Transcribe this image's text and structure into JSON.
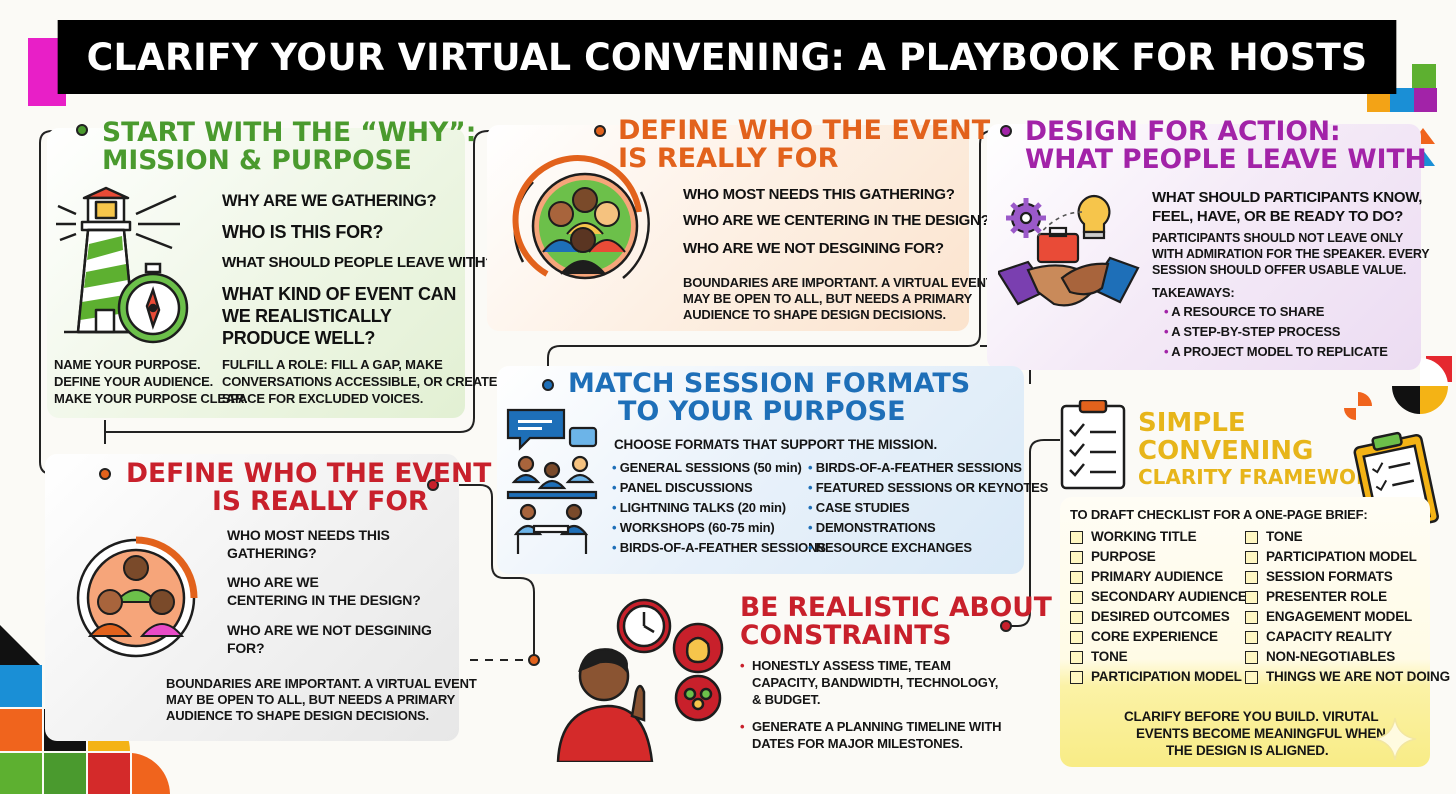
{
  "title": "CLARIFY YOUR VIRTUAL CONVENING: A PLAYBOOK FOR HOSTS",
  "colors": {
    "green": "#4a9a2e",
    "orange": "#e2621c",
    "purple": "#a223a8",
    "blue": "#1e6fb8",
    "red": "#c8202b",
    "gold": "#e7b51a"
  },
  "why": {
    "heading1": "START WITH THE “WHY”:",
    "heading2": "MISSION & PURPOSE",
    "q1": "WHY ARE WE GATHERING?",
    "q2": "WHO IS THIS FOR?",
    "q3": "WHAT SHOULD PEOPLE LEAVE WITH?",
    "q4a": "WHAT KIND OF EVENT CAN",
    "q4b": "WE REALISTICALLY",
    "q4c": "PRODUCE WELL?",
    "left1": "NAME YOUR PURPOSE.",
    "left2": "DEFINE YOUR AUDIENCE.",
    "left3": "MAKE YOUR PURPOSE CLEAR.",
    "right1": "FULFILL A ROLE: FILL A GAP, MAKE",
    "right2": "CONVERSATIONS ACCESSIBLE, OR CREATE",
    "right3": "SPACE FOR EXCLUDED VOICES.",
    "icon": "lighthouse-icon"
  },
  "who_top": {
    "heading1": "DEFINE WHO THE EVENT",
    "heading2": "IS REALLY FOR",
    "q1": "WHO MOST NEEDS THIS GATHERING?",
    "q2": "WHO ARE WE CENTERING IN THE DESIGN?",
    "q3": "WHO ARE WE NOT DESGINING FOR?",
    "b1": "BOUNDARIES ARE IMPORTANT. A VIRTUAL EVENT",
    "b2": "MAY BE OPEN TO ALL, BUT NEEDS A PRIMARY",
    "b3": "AUDIENCE TO SHAPE DESIGN DECISIONS.",
    "icon": "audience-group-icon"
  },
  "action": {
    "heading1": "DESIGN FOR ACTION:",
    "heading2": "WHAT PEOPLE LEAVE WITH",
    "q1": "WHAT SHOULD PARTICIPANTS KNOW,",
    "q2": "FEEL, HAVE, OR BE READY TO DO?",
    "p1": "PARTICIPANTS SHOULD NOT LEAVE ONLY",
    "p2": "WITH ADMIRATION FOR THE SPEAKER. EVERY",
    "p3": "SESSION SHOULD OFFER USABLE VALUE.",
    "takeaways_label": "TAKEAWAYS:",
    "takeaways": [
      "A RESOURCE TO SHARE",
      "A STEP-BY-STEP PROCESS",
      "A PROJECT MODEL TO REPLICATE"
    ],
    "icon": "handshake-icon"
  },
  "formats": {
    "heading1": "MATCH SESSION FORMATS",
    "heading2": "TO YOUR PURPOSE",
    "intro": "CHOOSE FORMATS THAT SUPPORT THE MISSION.",
    "col1": [
      "GENERAL SESSIONS (50 min)",
      "PANEL DISCUSSIONS",
      "LIGHTNING TALKS (20 min)",
      "WORKSHOPS (60-75 min)",
      "BIRDS-OF-A-FEATHER SESSIONS"
    ],
    "col2": [
      "BIRDS-OF-A-FEATHER SESSIONS",
      "FEATURED SESSIONS OR KEYNOTES",
      "CASE STUDIES",
      "DEMONSTRATIONS",
      "RESOURCE EXCHANGES"
    ],
    "icon": "meeting-icon"
  },
  "who_bottom": {
    "heading1": "DEFINE WHO THE EVENT",
    "heading2": "IS REALLY FOR",
    "q1a": "WHO MOST NEEDS THIS",
    "q1b": "GATHERING?",
    "q2a": "WHO ARE WE",
    "q2b": "CENTERING IN THE DESIGN?",
    "q3a": "WHO ARE WE NOT DESGINING",
    "q3b": "FOR?",
    "b1": "BOUNDARIES ARE IMPORTANT. A VIRTUAL EVENT",
    "b2": "MAY BE OPEN TO ALL, BUT NEEDS A PRIMARY",
    "b3": "AUDIENCE TO SHAPE DESIGN DECISIONS.",
    "icon": "people-circle-icon"
  },
  "constraints": {
    "heading1": "BE REALISTIC ABOUT",
    "heading2": "CONSTRAINTS",
    "i1a": "HONESTLY ASSESS TIME, TEAM",
    "i1b": "CAPACITY, BANDWIDTH, TECHNOLOGY,",
    "i1c": "& BUDGET.",
    "i2a": "GENERATE A PLANNING TIMELINE WITH",
    "i2b": "DATES FOR MAJOR MILESTONES.",
    "icon": "thinking-person-icon"
  },
  "framework": {
    "heading1": "SIMPLE",
    "heading2": "CONVENING",
    "heading3": "CLARITY FRAMEWORK",
    "intro": "TO DRAFT CHECKLIST FOR A ONE-PAGE BRIEF:",
    "col1": [
      "WORKING TITLE",
      "PURPOSE",
      "PRIMARY AUDIENCE",
      "SECONDARY AUDIENCES",
      "DESIRED OUTCOMES",
      "CORE EXPERIENCE",
      "TONE",
      "PARTICIPATION MODEL"
    ],
    "col2": [
      "TONE",
      "PARTICIPATION MODEL",
      "SESSION FORMATS",
      "PRESENTER ROLE",
      "ENGAGEMENT MODEL",
      "CAPACITY REALITY",
      "NON-NEGOTIABLES",
      "THINGS WE ARE NOT DOING"
    ],
    "footer1": "CLARIFY BEFORE YOU BUILD. VIRUTAL",
    "footer2": "EVENTS BECOME MEANINGFUL WHEN",
    "footer3": "THE DESIGN IS ALIGNED.",
    "icon": "checklist-icon"
  }
}
